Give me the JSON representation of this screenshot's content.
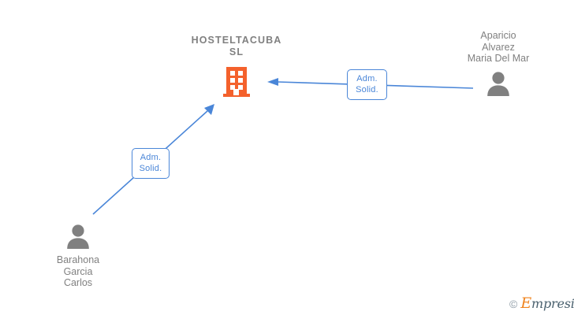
{
  "graph": {
    "background_color": "#ffffff",
    "edge_color": "#4a86d8",
    "company_color": "#f4612c",
    "person_color": "#808080",
    "label_text_color": "#4a86d8",
    "nodes": {
      "company": {
        "name": "HOSTELTACUBA\nSL",
        "icon": "building-icon"
      },
      "person_right": {
        "name": "Aparicio\nAlvarez\nMaria Del Mar",
        "icon": "person-icon"
      },
      "person_left": {
        "name": "Barahona\nGarcia\nCarlos",
        "icon": "person-icon"
      }
    },
    "edges": [
      {
        "id": "edge-right",
        "from": "person_right",
        "to": "company",
        "label": "Adm.\nSolid.",
        "direction": "to-company"
      },
      {
        "id": "edge-left",
        "from": "person_left",
        "to": "company",
        "label": "Adm.\nSolid.",
        "direction": "to-company"
      }
    ]
  },
  "watermark": {
    "copyright": "©",
    "brand_initial": "E",
    "brand_rest": "mpresia"
  }
}
